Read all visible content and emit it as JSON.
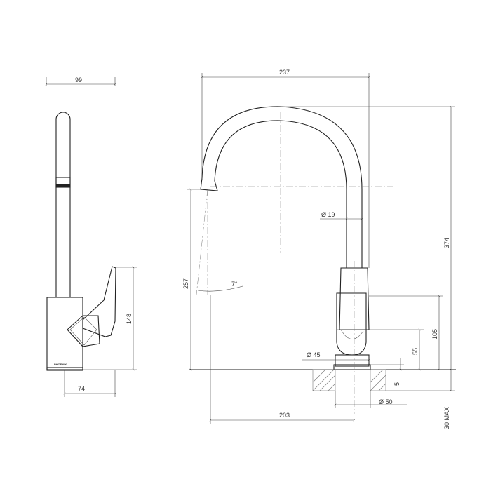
{
  "drawing": {
    "brand_mark": "PHOENIX",
    "dimensions": {
      "side_width": "99",
      "side_base_depth": "74",
      "side_body_height": "148",
      "front_reach": "237",
      "front_spout_height": "257",
      "spout_angle": "7°",
      "spout_diameter": "Ø 19",
      "total_height": "374",
      "handle_height": "105",
      "base_height": "55",
      "base_diameter": "Ø 45",
      "flange_thickness": "5",
      "hole_diameter": "Ø 50",
      "spout_to_center": "203",
      "bench_max": "30 MAX"
    }
  }
}
